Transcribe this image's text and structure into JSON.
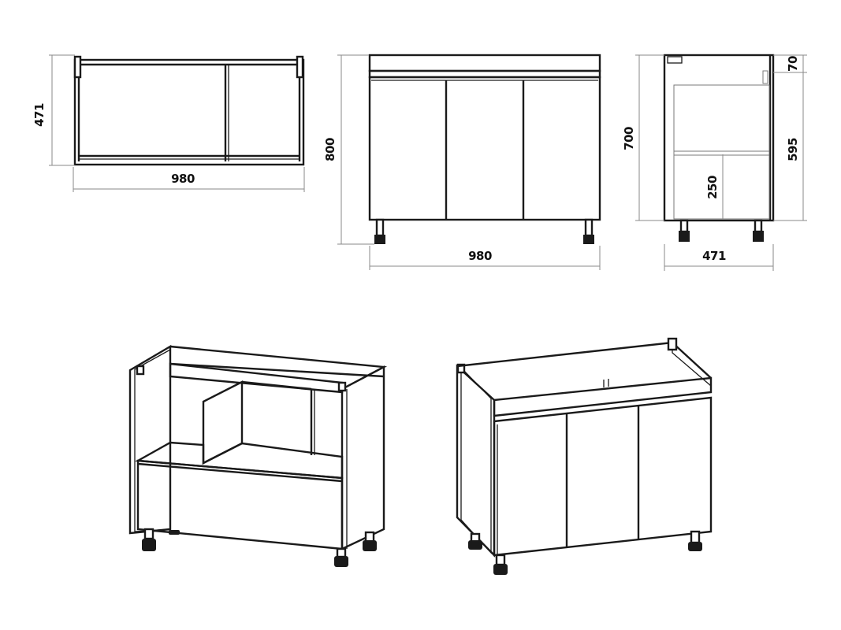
{
  "dimensions": {
    "top_view_depth": "471",
    "top_view_width": "980",
    "front_view_height": "800",
    "front_view_width": "980",
    "side_view_height": "700",
    "side_view_top_offset": "70",
    "side_view_inner_height": "595",
    "side_view_shelf_height": "250",
    "side_view_depth": "471"
  },
  "colors": {
    "line": "#1a1a1a",
    "dimension_line": "#8a8a8a",
    "background": "#ffffff"
  }
}
